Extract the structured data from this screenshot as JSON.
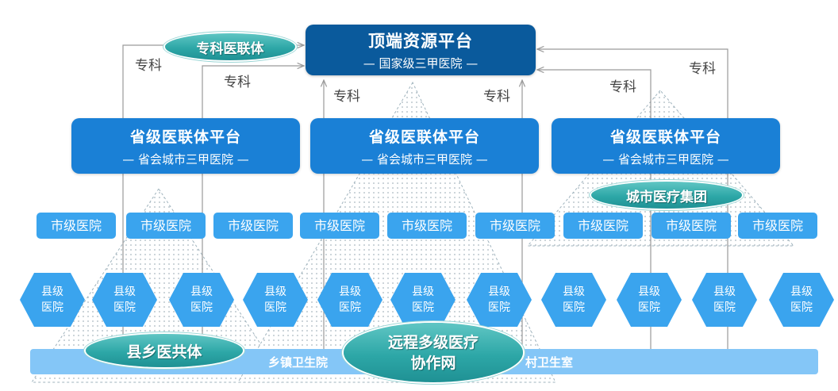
{
  "top_platform": {
    "title": "顶端资源平台",
    "subtitle": "— 国家级三甲医院 —"
  },
  "provincial_platforms": [
    {
      "title": "省级医联体平台",
      "subtitle": "— 省会城市三甲医院 —"
    },
    {
      "title": "省级医联体平台",
      "subtitle": "— 省会城市三甲医院 —"
    },
    {
      "title": "省级医联体平台",
      "subtitle": "— 省会城市三甲医院 —"
    }
  ],
  "specialty_labels": [
    "专科",
    "专科",
    "专科",
    "专科",
    "专科",
    "专科"
  ],
  "city_hospitals": [
    "市级医院",
    "市级医院",
    "市级医院",
    "市级医院",
    "市级医院",
    "市级医院",
    "市级医院",
    "市级医院",
    "市级医院"
  ],
  "county_hospitals": [
    {
      "line1": "县级",
      "line2": "医院"
    },
    {
      "line1": "县级",
      "line2": "医院"
    },
    {
      "line1": "县级",
      "line2": "医院"
    },
    {
      "line1": "县级",
      "line2": "医院"
    },
    {
      "line1": "县级",
      "line2": "医院"
    },
    {
      "line1": "县级",
      "line2": "医院"
    },
    {
      "line1": "县级",
      "line2": "医院"
    },
    {
      "line1": "县级",
      "line2": "医院"
    },
    {
      "line1": "县级",
      "line2": "医院"
    },
    {
      "line1": "县级",
      "line2": "医院"
    },
    {
      "line1": "县级",
      "line2": "医院"
    }
  ],
  "base_bar": {
    "township_label": "乡镇卫生院",
    "village_label": "村卫生室"
  },
  "ovals": {
    "specialty_alliance": "专科医联体",
    "city_medical_group": "城市医疗集团",
    "county_township_community": "县乡医共体",
    "remote_network_line1": "远程多级医疗",
    "remote_network_line2": "协作网"
  },
  "colors": {
    "top_box": "#0a5a9c",
    "provincial_box": "#1a80d6",
    "city_county": "#3aa4ee",
    "base_bar": "#84c6f7",
    "oval_teal": "#2da7a7",
    "connector": "#9a9a9a"
  }
}
